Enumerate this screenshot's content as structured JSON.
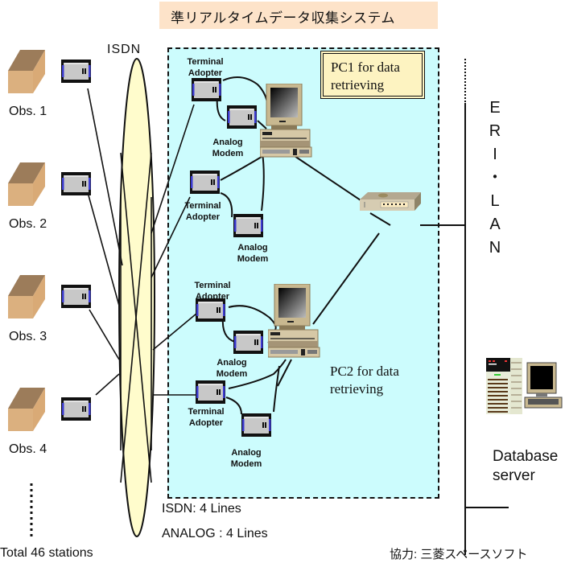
{
  "title": "準リアルタイムデータ収集システム",
  "network_label": "ISDN",
  "observatories": [
    {
      "label": "Obs. 1"
    },
    {
      "label": "Obs. 2"
    },
    {
      "label": "Obs. 3"
    },
    {
      "label": "Obs. 4"
    }
  ],
  "total_stations": "Total 46 stations",
  "pc1_label": "PC1 for data retrieving",
  "pc2_label": "PC2 for data retrieving",
  "device_labels": {
    "terminal_adopter": "Terminal Adopter",
    "analog_modem": "Analog Modem"
  },
  "lan_label": [
    "E",
    "R",
    "I",
    "・",
    "L",
    "A",
    "N"
  ],
  "database_server": "Database server",
  "line_counts": {
    "isdn": "ISDN: 4 Lines",
    "analog": "ANALOG : 4 Lines"
  },
  "credit": "協力: 三菱スペースソフト",
  "colors": {
    "region_bg": "#ccfcfd",
    "banner_bg": "#fde3c9",
    "ellipse_fill": "#fffccc",
    "pc_label_bg": "#fdf3c1",
    "box_front": "#dbb07f",
    "box_top": "#9c7c5a",
    "modem_accent": "#3a3ad0"
  }
}
